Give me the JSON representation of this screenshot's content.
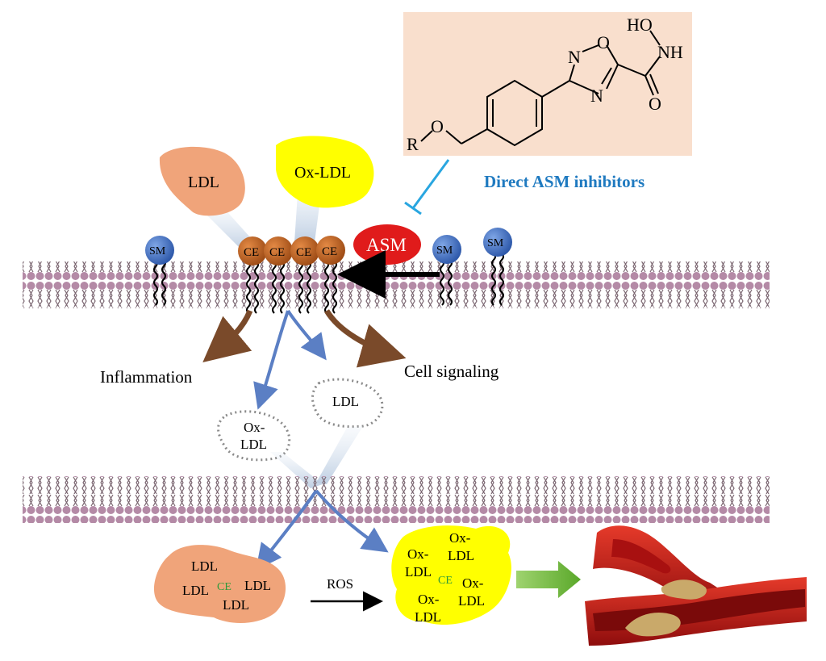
{
  "inhibitor_box": {
    "background": "#f9dfcd",
    "atoms": {
      "ho": "HO",
      "nh": "NH",
      "o_ring": "O",
      "n_left": "N",
      "n_right": "N",
      "o_carbonyl": "O",
      "o_ether": "O",
      "r": "R"
    }
  },
  "inhibitor_label": {
    "text": "Direct ASM inhibitors",
    "color": "#1f7ac0"
  },
  "particles": {
    "ldl": "LDL",
    "ox_ldl": "Ox-LDL",
    "ldl_color": "#f0a47a",
    "ox_ldl_color": "#ffff00"
  },
  "enzyme": {
    "label": "ASM",
    "color": "#e01b1b"
  },
  "sphingomyelin": {
    "label": "SM",
    "color": "#3a6fc7"
  },
  "ceramide": {
    "label": "CE",
    "color": "#c0611f"
  },
  "outcomes": {
    "inflammation": "Inflammation",
    "cell_signaling": "Cell signaling"
  },
  "dotted_particles": {
    "ox_line1": "Ox-",
    "ox_line2": "LDL",
    "ldl": "LDL"
  },
  "bottom_aggregate": {
    "ldl_a": "LDL",
    "ldl_b": "LDL",
    "ldl_c": "LDL",
    "ldl_d": "LDL",
    "ce": "CE",
    "ce_color": "#2e9a3a"
  },
  "reaction": {
    "label": "ROS"
  },
  "oxidized_aggregate": {
    "ox1_l1": "Ox-",
    "ox1_l2": "LDL",
    "ox2_l1": "Ox-",
    "ox2_l2": "LDL",
    "ox3_l1": "Ox-",
    "ox3_l2": "LDL",
    "ox4_l1": "Ox-",
    "ox4_l2": "LDL",
    "ce": "CE"
  },
  "membrane_color": "#b48aa6",
  "progress_arrow_color": "#78c043",
  "artery": {
    "wall": "#c81515",
    "plaque": "#c9a96a"
  }
}
